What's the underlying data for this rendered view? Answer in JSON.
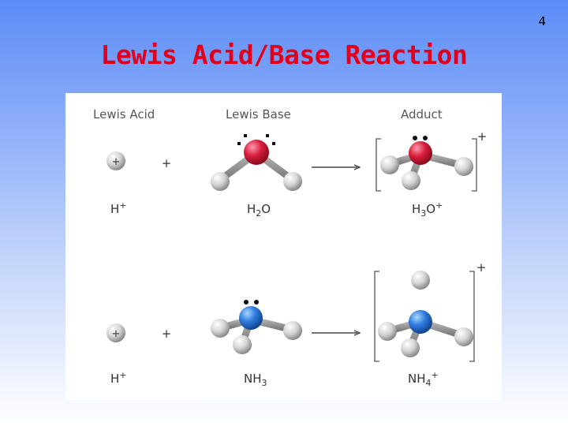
{
  "slide": {
    "number": "4",
    "title": "Lewis Acid/Base Reaction"
  },
  "figure": {
    "headers": {
      "acid": "Lewis Acid",
      "base": "Lewis Base",
      "adduct": "Adduct"
    },
    "plus_sign": "+",
    "ion_charge": "+",
    "reactions": [
      {
        "acid": {
          "base_text": "H",
          "sup": "+"
        },
        "base": {
          "parts": [
            "H",
            "2",
            "O"
          ]
        },
        "adduct": {
          "parts": [
            "H",
            "3",
            "O"
          ],
          "sup": "+"
        }
      },
      {
        "acid": {
          "base_text": "H",
          "sup": "+"
        },
        "base": {
          "parts": [
            "NH",
            "3"
          ]
        },
        "adduct": {
          "parts": [
            "NH",
            "4"
          ],
          "sup": "+"
        }
      }
    ]
  },
  "colors": {
    "title": "#e0001b",
    "oxygen": "#d81e3c",
    "nitrogen": "#2e7be0",
    "hydrogen": "#d9d9d9",
    "bond": "#8c8c8c"
  }
}
